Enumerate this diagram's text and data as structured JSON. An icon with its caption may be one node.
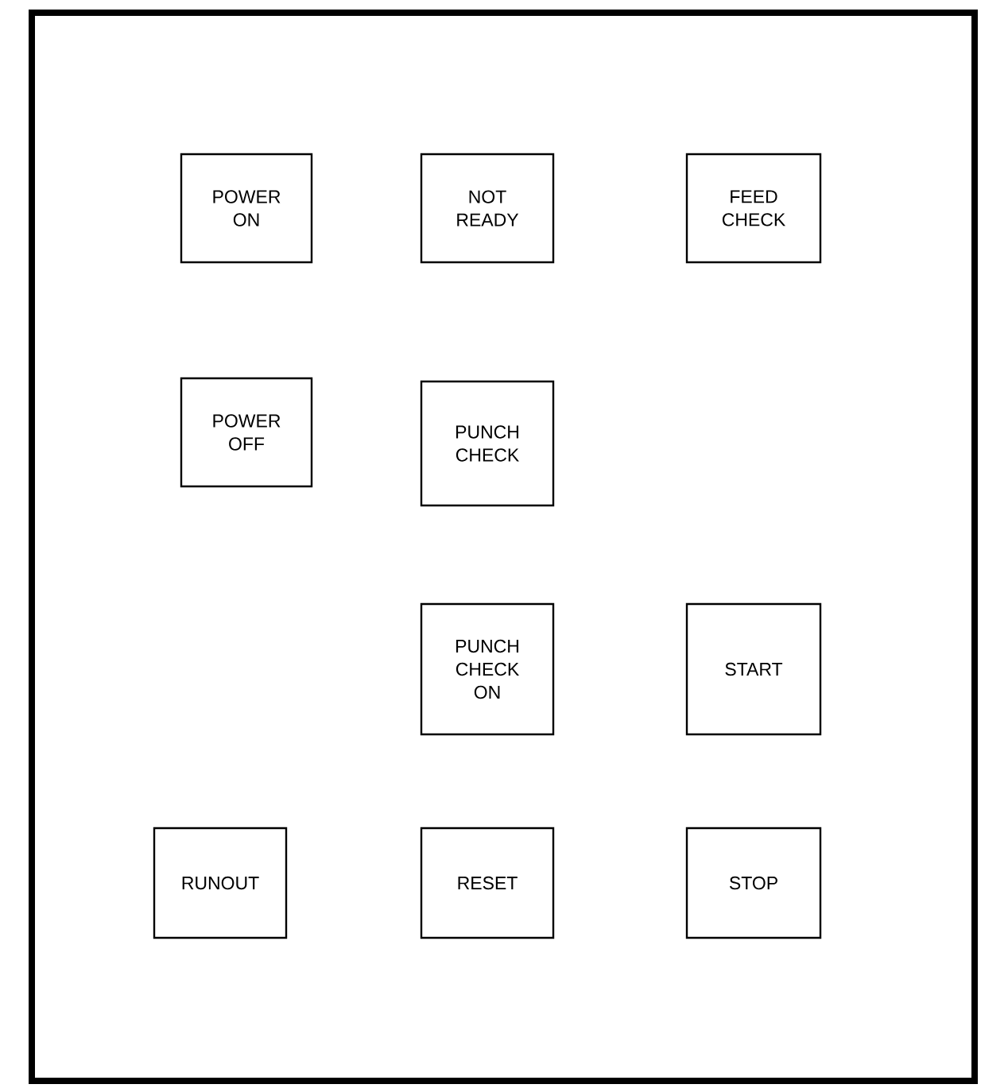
{
  "diagram": {
    "nodes": [
      {
        "text": [],
        "shape": "box"
      },
      {
        "text": [
          "POWER ON"
        ],
        "in": 0
      },
      {
        "text": [
          "NOT READY"
        ],
        "in": 0
      },
      {
        "text": [
          "FEED CHECK"
        ],
        "in": 0
      },
      {
        "text": [
          "POWER OFF"
        ],
        "in": 0
      },
      {
        "text": [
          "PUNCH CHECK"
        ],
        "in": 0
      },
      {
        "text": [
          "PUNCH CHECK ON"
        ],
        "in": 0
      },
      {
        "text": [
          "START"
        ],
        "in": 0
      },
      {
        "text": [
          "RUNOUT"
        ],
        "in": 0
      },
      {
        "text": [
          "RESET"
        ],
        "in": 0
      },
      {
        "text": [
          "STOP"
        ],
        "in": 0
      }
    ]
  }
}
